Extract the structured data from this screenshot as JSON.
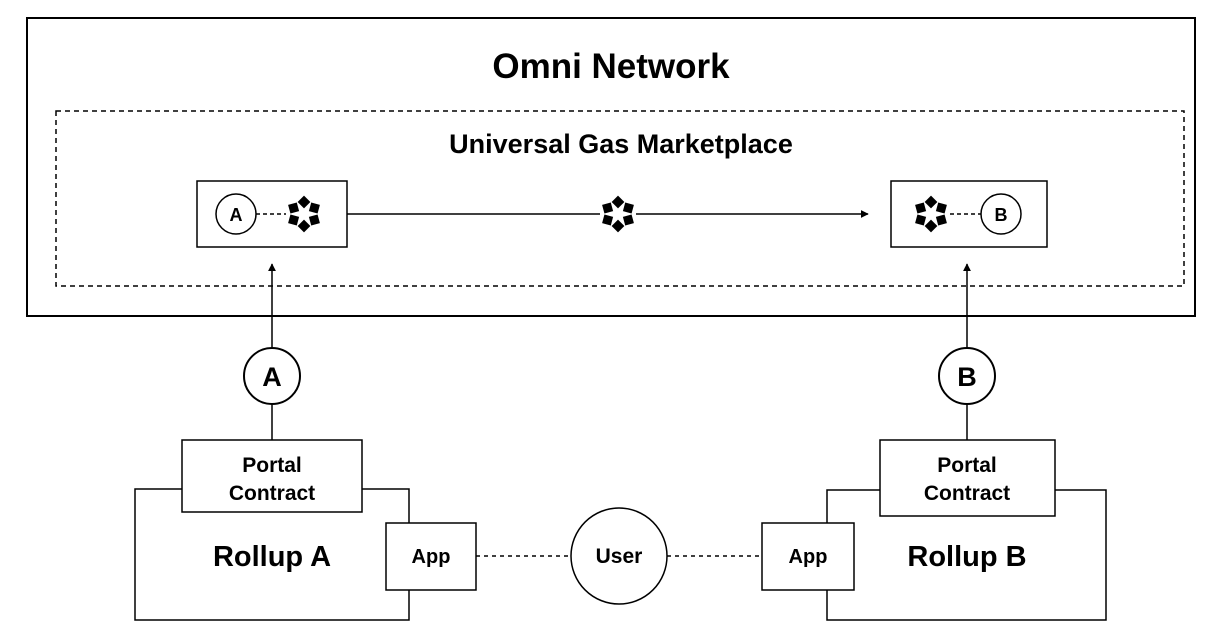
{
  "network": {
    "title": "Omni Network"
  },
  "marketplace": {
    "title": "Universal Gas Marketplace"
  },
  "nodes": {
    "a_label": "A",
    "b_label": "B",
    "user_label": "User"
  },
  "rollup_a": {
    "name": "Rollup A",
    "portal_line1": "Portal",
    "portal_line2": "Contract",
    "app_label": "App"
  },
  "rollup_b": {
    "name": "Rollup B",
    "portal_line1": "Portal",
    "portal_line2": "Contract",
    "app_label": "App"
  },
  "colors": {
    "stroke": "#000000",
    "background": "#ffffff"
  },
  "icons": {
    "token": "omni-token-icon"
  }
}
